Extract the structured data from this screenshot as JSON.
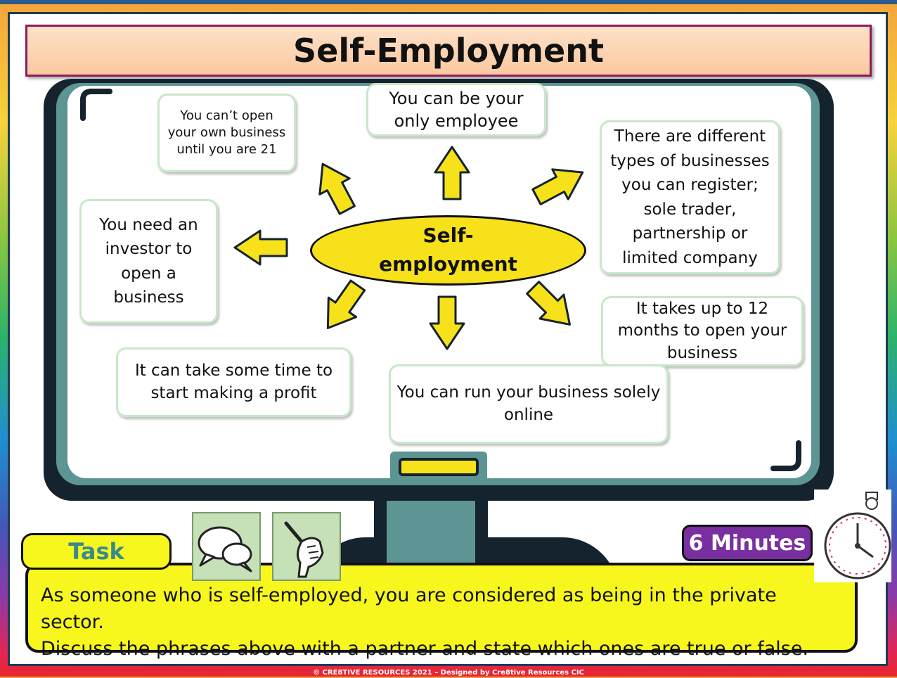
{
  "title": "Self-Employment",
  "center": {
    "line1": "Self-",
    "line2": "employment"
  },
  "statements": [
    "You can’t open your own business until you are 21",
    "You can be your only employee",
    "There are different types of businesses you can register; sole trader, partnership or limited company",
    "You need an investor to open a business",
    "It takes up to 12 months to open your business",
    "It can take some time to start making a profit",
    "You can run your business solely online"
  ],
  "task": {
    "label": "Task",
    "line1": "As someone who is self-employed, you are considered as being in the private sector.",
    "line2": "Discuss the phrases above with a partner and state which ones are true or false."
  },
  "timer": {
    "label": "6 Minutes"
  },
  "footer": "© CRE8TIVE RESOURCES 2021 – Designed by Cre8tive Resources CIC",
  "icons": [
    "speech-bubbles-icon",
    "writing-hand-icon",
    "stopwatch-icon",
    "arrow-icon"
  ],
  "colors": {
    "accent_yellow": "#f7e11a",
    "monitor_teal": "#5d9494",
    "monitor_dark": "#14232e",
    "title_border": "#8c1d5e",
    "timer_purple": "#7a2fa0"
  }
}
